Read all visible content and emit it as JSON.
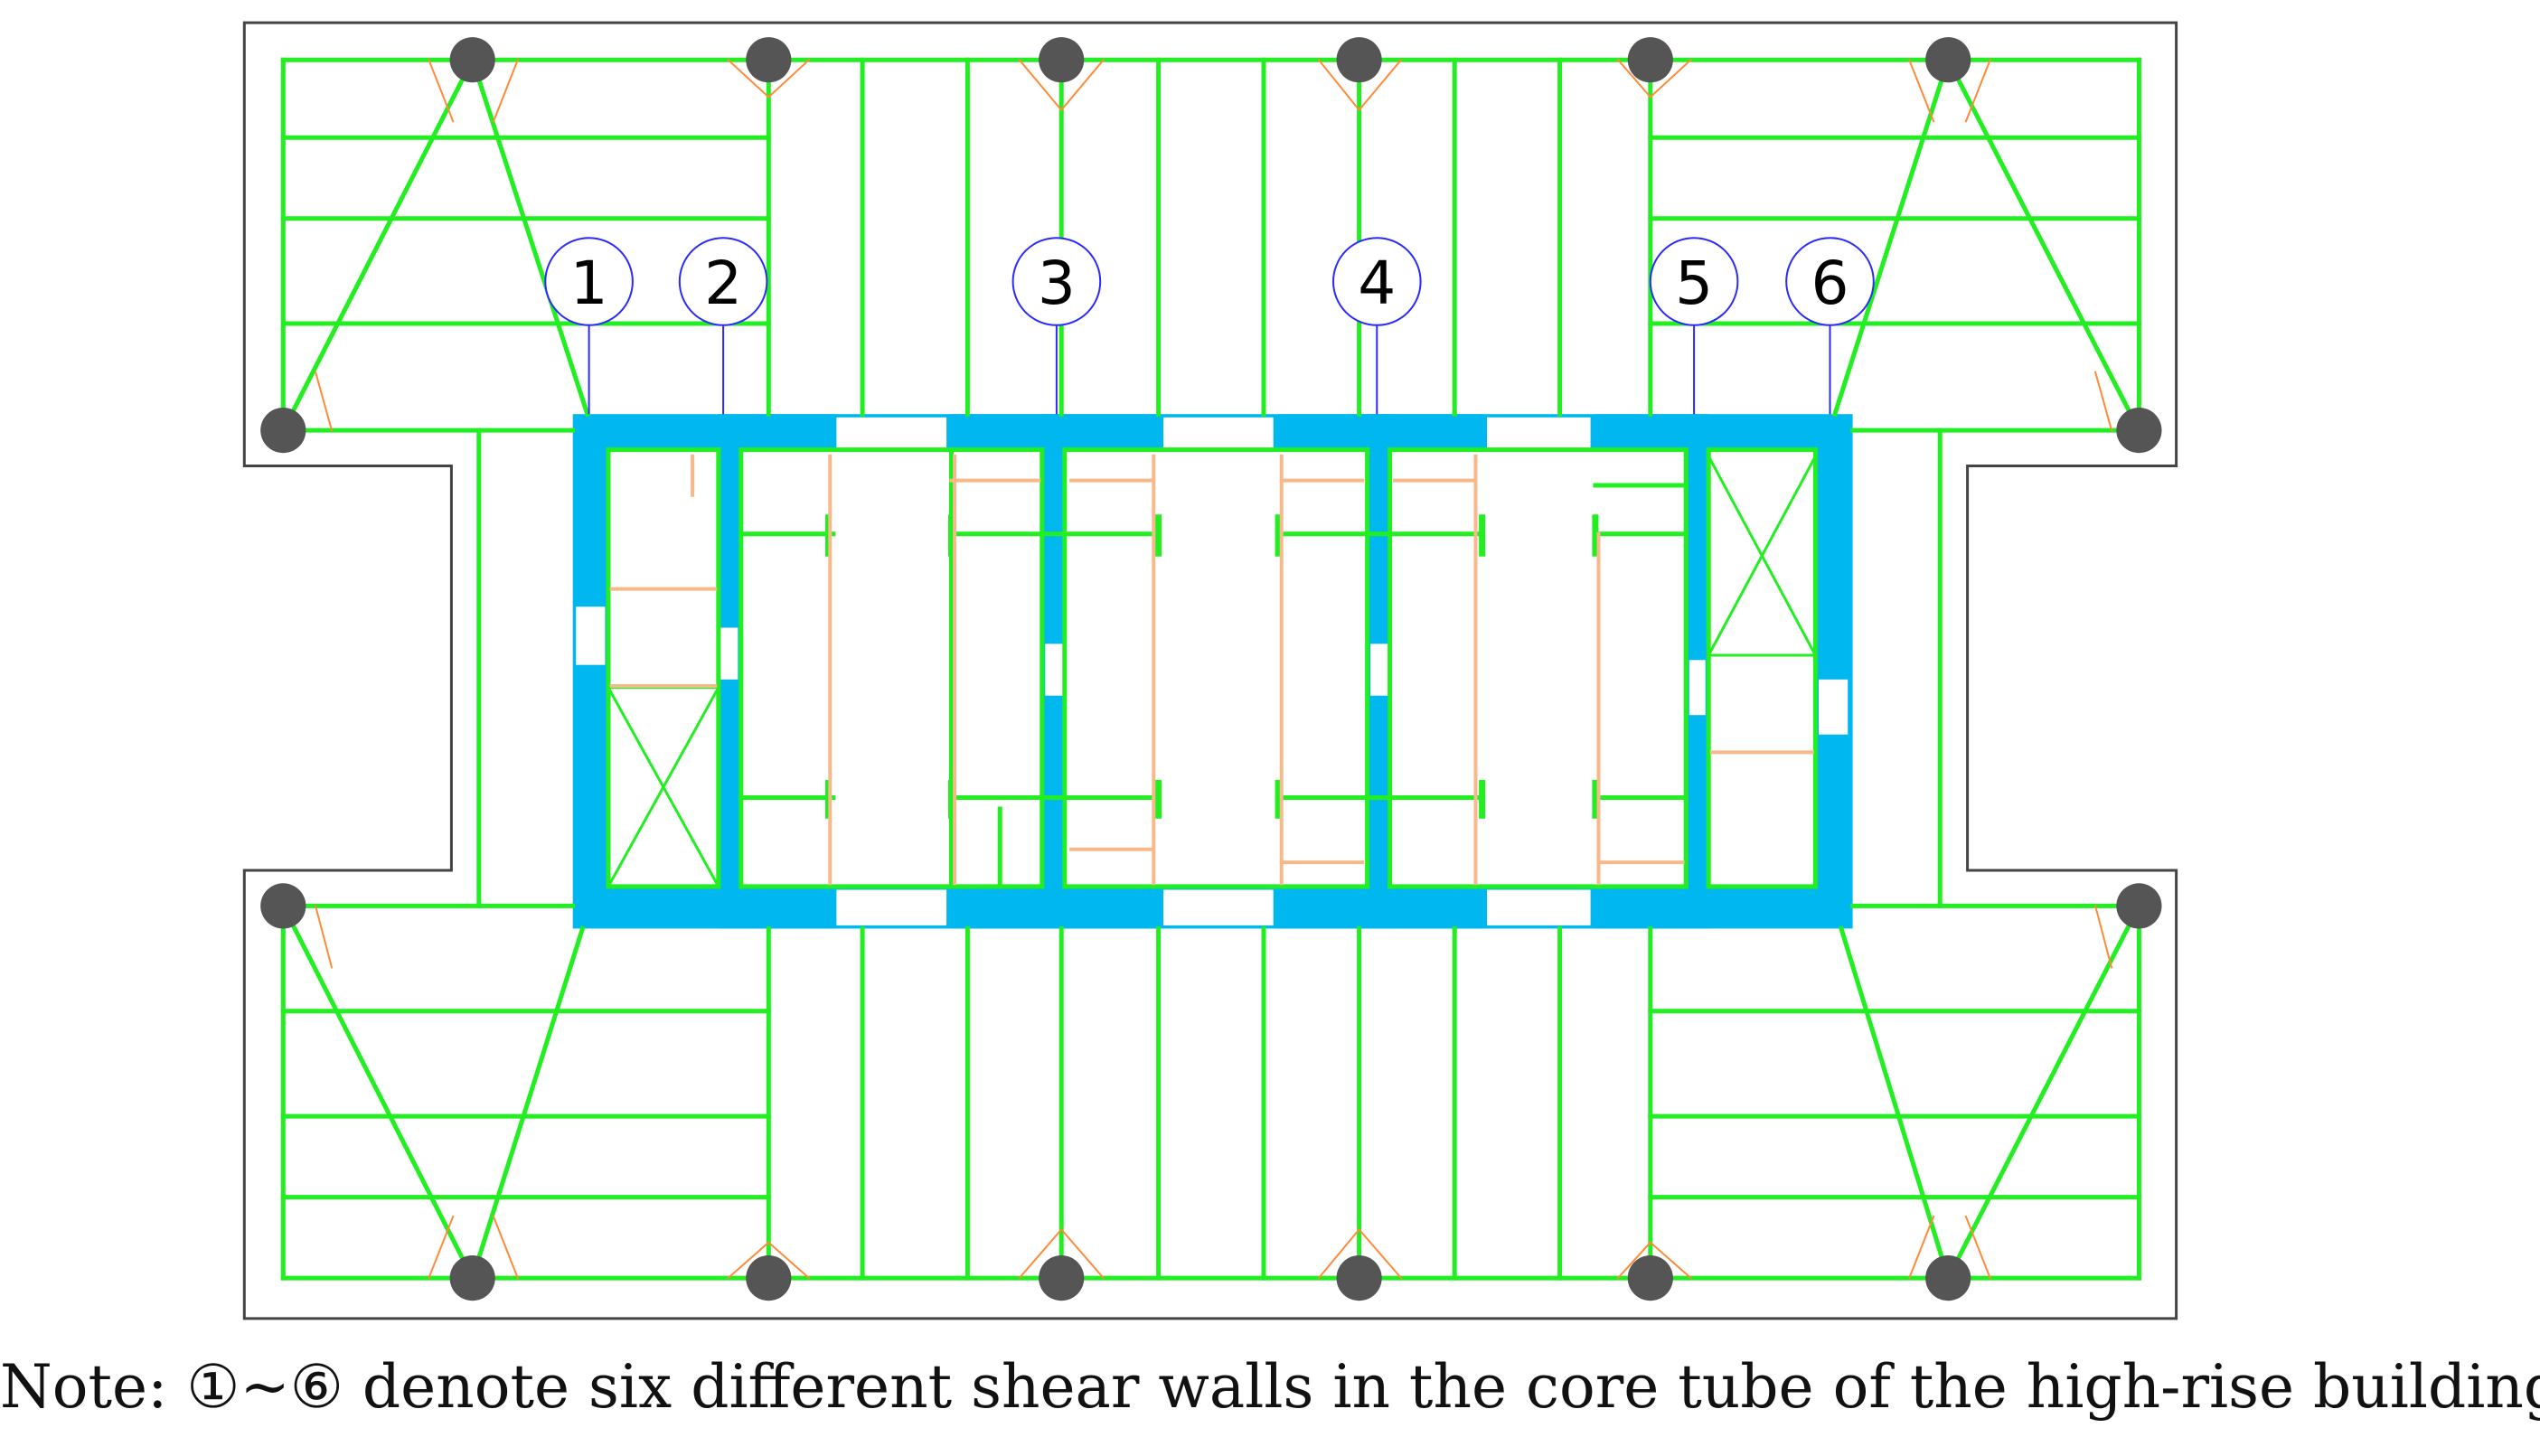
{
  "caption": "Note: ①~⑥ denote six different shear walls in the core tube of the high-rise building.",
  "wall_labels": [
    "1",
    "2",
    "3",
    "4",
    "5",
    "6"
  ],
  "colors": {
    "beam": "#22ee22",
    "core_wall": "#00b7ef",
    "opening": "#ffffff",
    "secondary_beam": "#f6b98a",
    "column": "#555555",
    "outline": "#444444",
    "callout": "#2a2aff",
    "haunch": "#ff8a3a"
  },
  "icons": {
    "column": "circle",
    "elevator_shaft": "cross-x",
    "diagonal_brace": "line"
  }
}
